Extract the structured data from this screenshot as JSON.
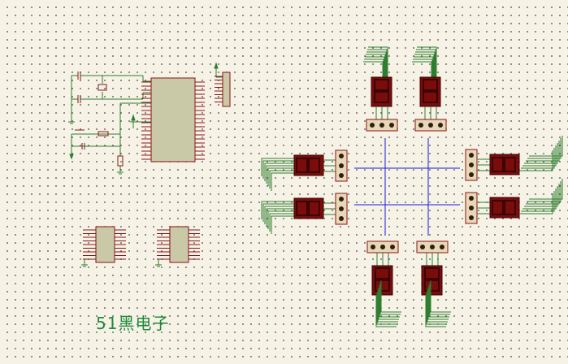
{
  "watermark_text": "51黑电子",
  "colors": {
    "background": "#f6f2e6",
    "wire_green": "#2f7d2f",
    "wire_blue": "#1a1ae0",
    "chip_fill": "#c9c9a8",
    "chip_border": "#8a1414",
    "display_fill": "#7a0c0c",
    "display_segment": "#3a0404",
    "connector_fill": "#e8d8b8"
  },
  "components": {
    "microcontroller": 1,
    "driver_chips": 2,
    "seven_segment_displays": 8,
    "connectors": 8,
    "road_lines": 4
  }
}
